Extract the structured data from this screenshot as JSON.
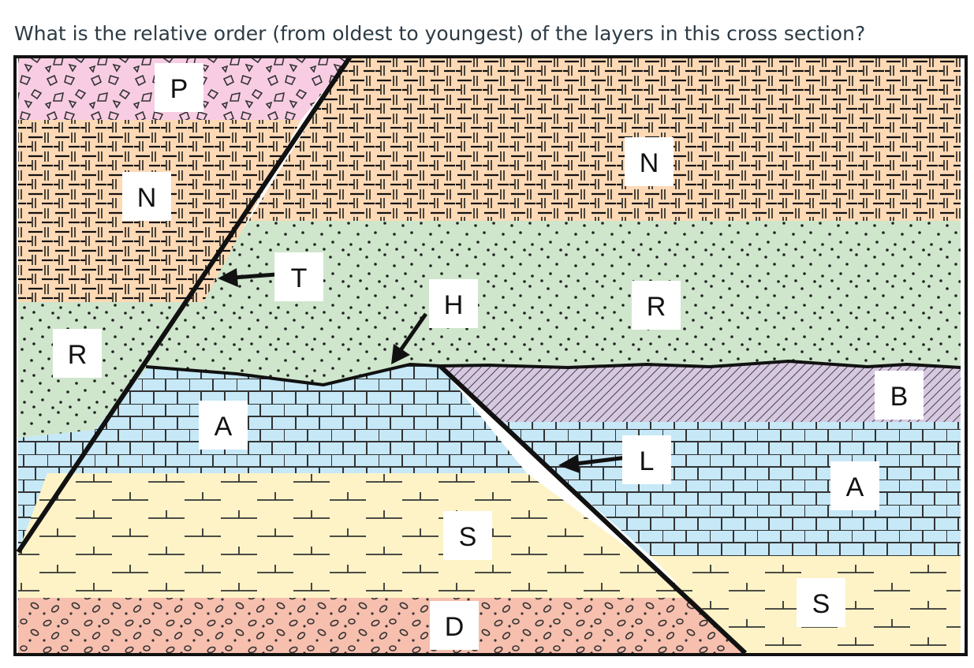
{
  "question": "What is the relative order (from oldest to youngest) of the layers in this cross section?",
  "colors": {
    "P": "#f8cde3",
    "N": "#fdd9b5",
    "R": "#cfe6cc",
    "A": "#c6e8f7",
    "B": "#d7c8e2",
    "S": "#fdf3c6",
    "D": "#f7bfae",
    "line": "#111111"
  },
  "layers": {
    "P": "P",
    "N_left": "N",
    "N_right": "N",
    "R_left": "R",
    "R_right": "R",
    "A_left": "A",
    "A_right": "A",
    "B": "B",
    "S_left": "S",
    "S_right": "S",
    "D": "D"
  },
  "features": {
    "T": "T",
    "H": "H",
    "L": "L"
  }
}
